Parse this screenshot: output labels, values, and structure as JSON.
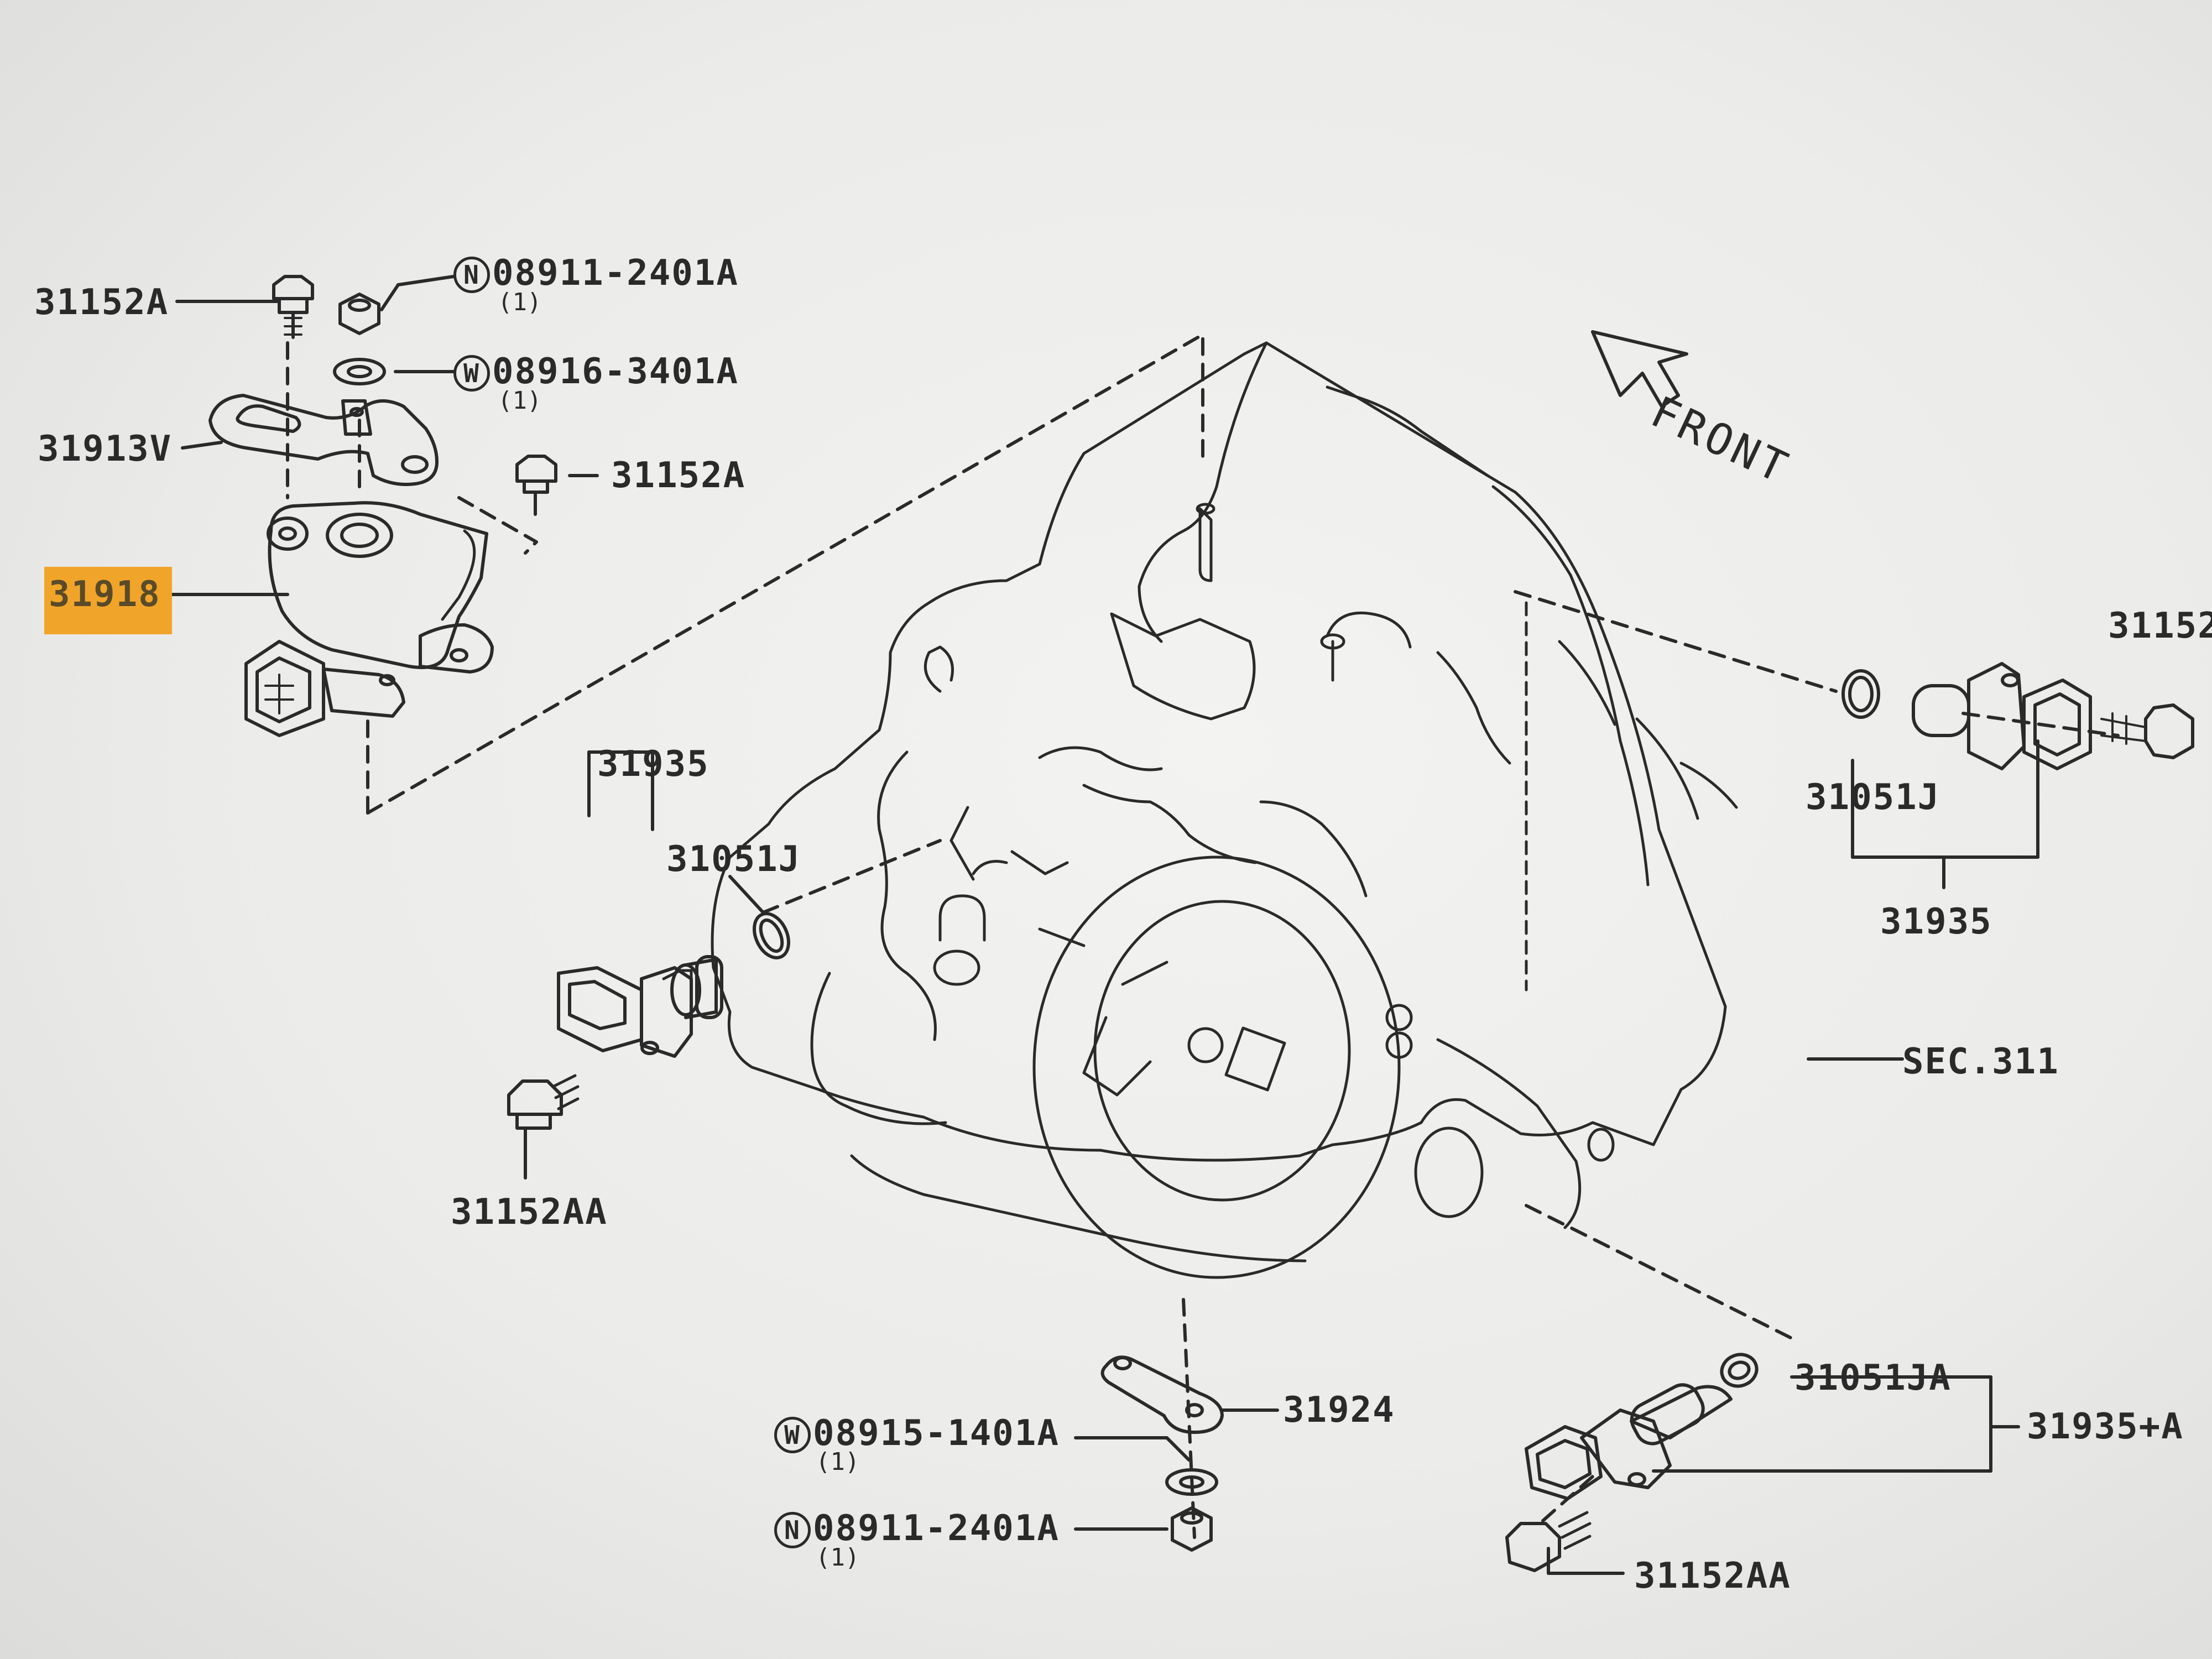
{
  "diagram": {
    "direction_label": "FRONT",
    "labels": {
      "bolt_top_left": "31152A",
      "nut_top": {
        "prefix": "N",
        "part": "08911-2401A",
        "qty": "(1)"
      },
      "washer_top": {
        "prefix": "W",
        "part": "08916-3401A",
        "qty": "(1)"
      },
      "bracket": "31913V",
      "bolt_top_mid": "31152A",
      "switch_highlighted": "31918",
      "sensor_left_group": "31935",
      "oring_left": "31051J",
      "bolt_left_bottom": "31152AA",
      "bolt_right_top": "31152",
      "oring_right": "31051J",
      "sensor_right_group": "31935",
      "section_ref": "SEC.311",
      "oring_bottom_right": "31051JA",
      "sensor_bottom_right_group": "31935+A",
      "lever": "31924",
      "washer_bottom": {
        "prefix": "W",
        "part": "08915-1401A",
        "qty": "(1)"
      },
      "nut_bottom": {
        "prefix": "N",
        "part": "08911-2401A",
        "qty": "(1)"
      },
      "bolt_bottom_right": "31152AA"
    },
    "colors": {
      "line": "#2a2a2a",
      "highlight": "#f0a52a",
      "background": "#ebebe9"
    }
  }
}
